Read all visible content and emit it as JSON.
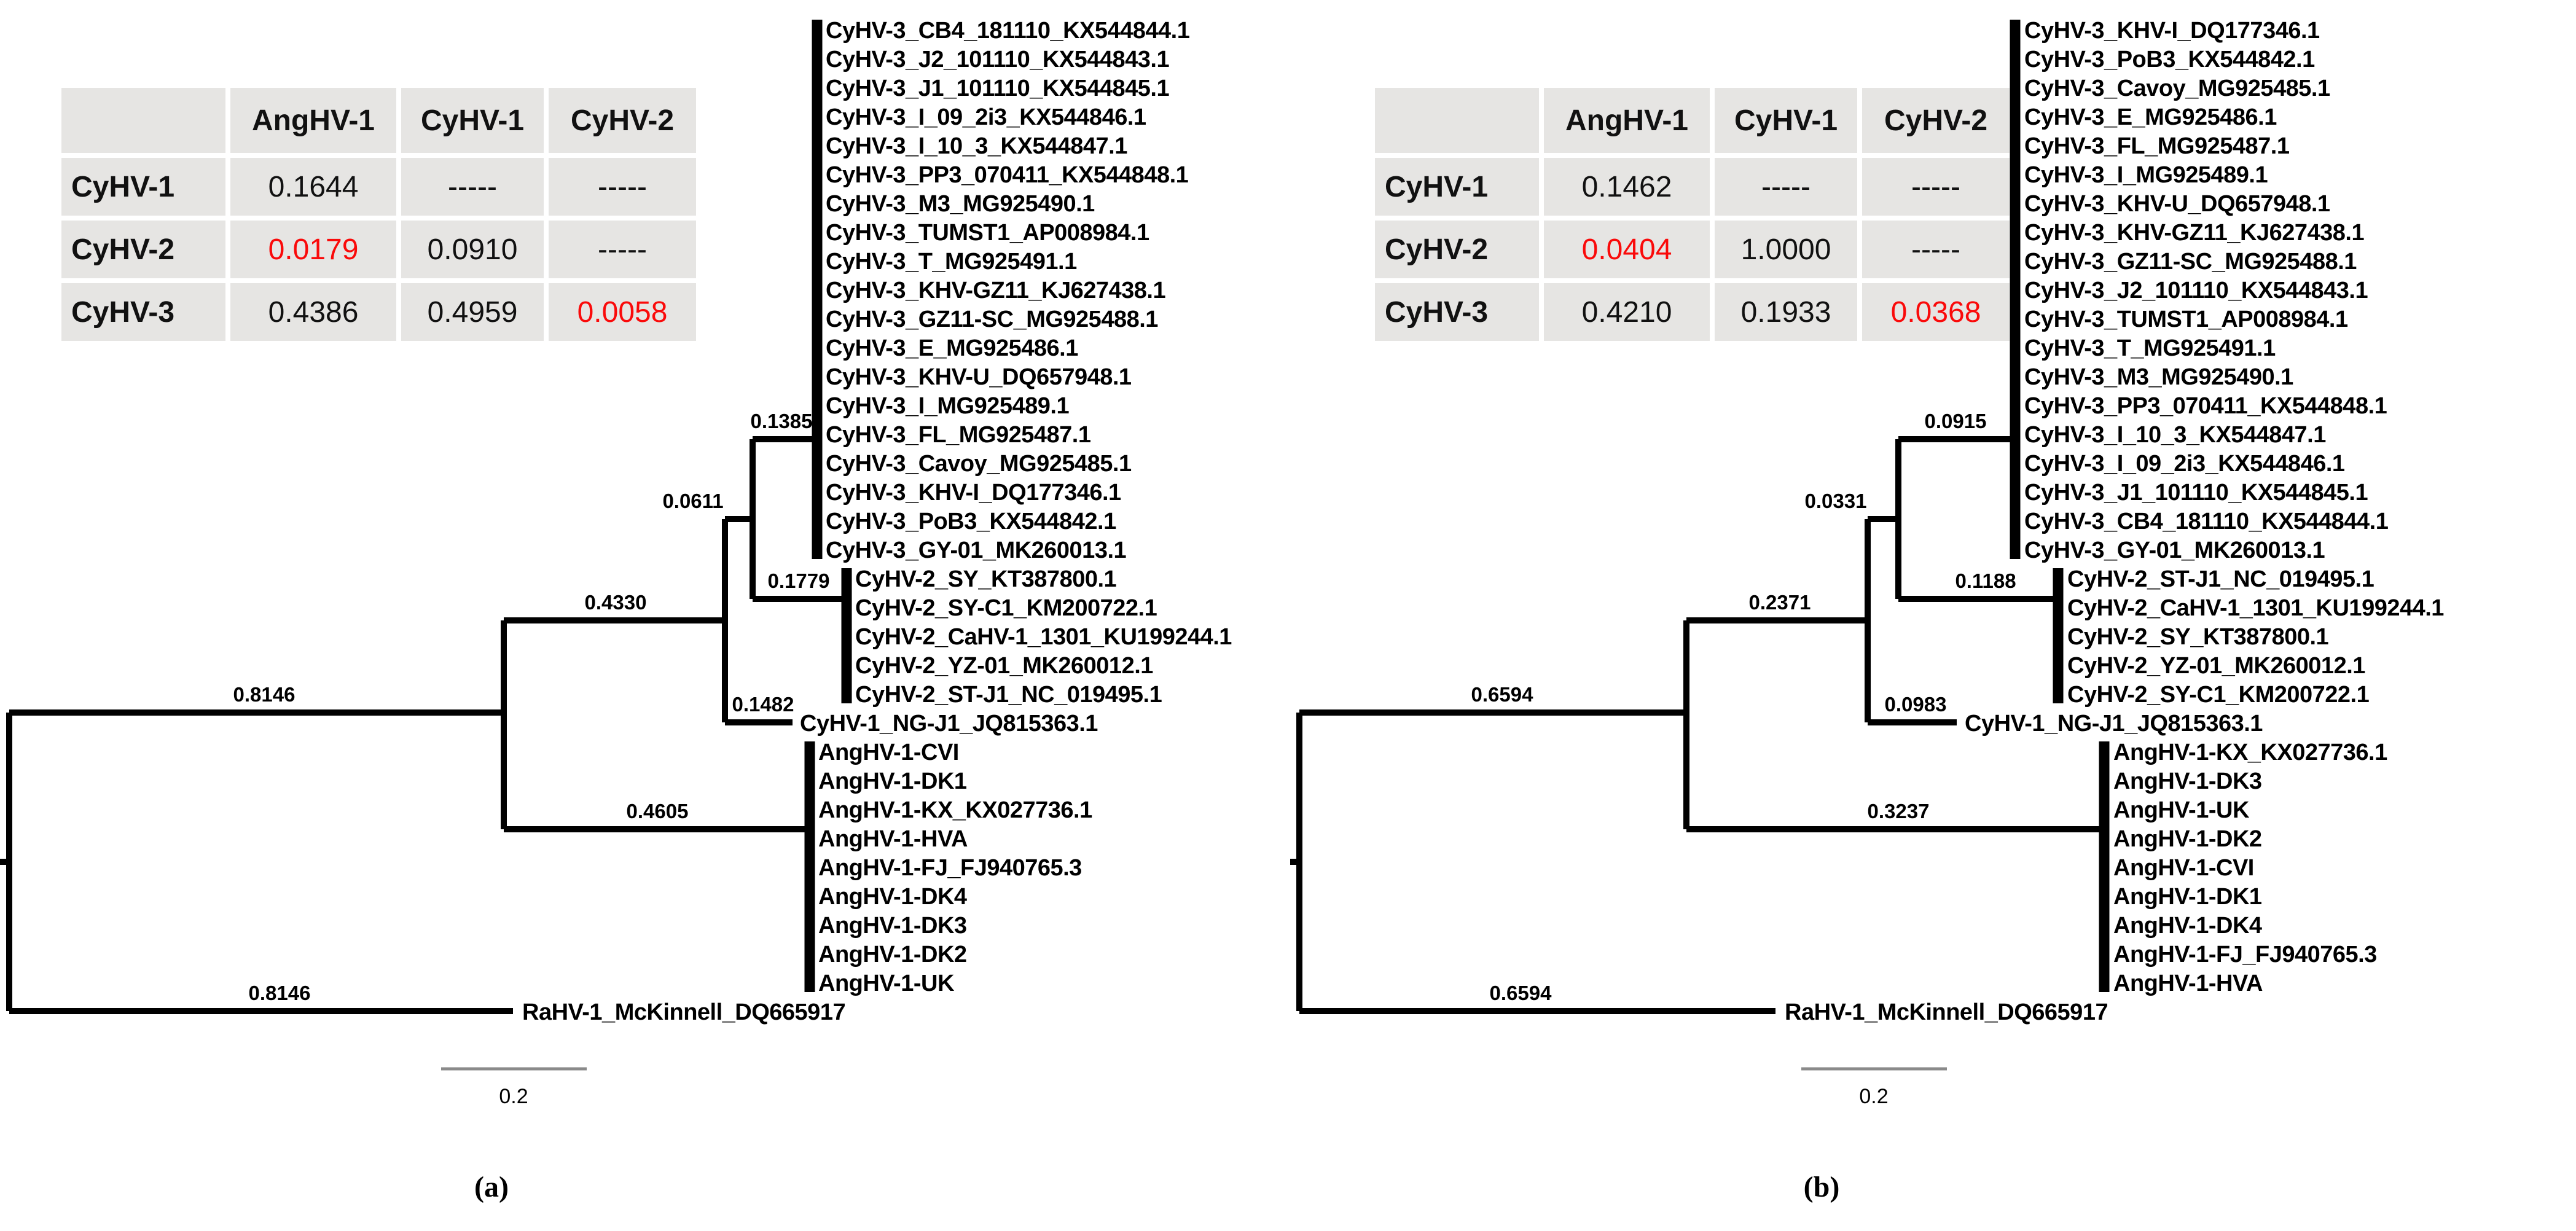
{
  "page": {
    "background": "#ffffff"
  },
  "colors": {
    "highlight_red": "#fa0a0a",
    "table_cell_bg": "#e6e5e3",
    "branch_black": "#000000",
    "scale_bar_gray": "#8a8a8a"
  },
  "panels": [
    {
      "caption": "(a)",
      "table": {
        "headers": [
          "",
          "AngHV-1",
          "CyHV-1",
          "CyHV-2"
        ],
        "rows": [
          {
            "label": "CyHV-1",
            "values": [
              "0.1644",
              "-----",
              "-----"
            ]
          },
          {
            "label": "CyHV-2",
            "values": [
              "0.0179",
              "0.0910",
              "-----"
            ]
          },
          {
            "label": "CyHV-3",
            "values": [
              "0.4386",
              "0.4959",
              "0.0058"
            ]
          }
        ],
        "red_cells": [
          [
            1,
            0
          ],
          [
            2,
            2
          ]
        ]
      },
      "tree": {
        "topology": "((((CyHV-3 clade, CyHV-2 clade), CyHV-1), AngHV-1 clade), RaHV-1 outgroup)",
        "branch_lengths": {
          "ingroup": "0.8146",
          "cyprinid_group": "0.4330",
          "cyhv3_cyhv2": "0.0611",
          "cyhv3_clade": "0.1385",
          "cyhv2_clade": "0.1779",
          "cyhv1": "0.1482",
          "anghv1_clade": "0.4605",
          "outgroup": "0.8146"
        },
        "leaf_groups": {
          "cyhv3": [
            "CyHV-3_CB4_181110_KX544844.1",
            "CyHV-3_J2_101110_KX544843.1",
            "CyHV-3_J1_101110_KX544845.1",
            "CyHV-3_I_09_2i3_KX544846.1",
            "CyHV-3_I_10_3_KX544847.1",
            "CyHV-3_PP3_070411_KX544848.1",
            "CyHV-3_M3_MG925490.1",
            "CyHV-3_TUMST1_AP008984.1",
            "CyHV-3_T_MG925491.1",
            "CyHV-3_KHV-GZ11_KJ627438.1",
            "CyHV-3_GZ11-SC_MG925488.1",
            "CyHV-3_E_MG925486.1",
            "CyHV-3_KHV-U_DQ657948.1",
            "CyHV-3_I_MG925489.1",
            "CyHV-3_FL_MG925487.1",
            "CyHV-3_Cavoy_MG925485.1",
            "CyHV-3_KHV-I_DQ177346.1",
            "CyHV-3_PoB3_KX544842.1",
            "CyHV-3_GY-01_MK260013.1"
          ],
          "cyhv2": [
            "CyHV-2_SY_KT387800.1",
            "CyHV-2_SY-C1_KM200722.1",
            "CyHV-2_CaHV-1_1301_KU199244.1",
            "CyHV-2_YZ-01_MK260012.1",
            "CyHV-2_ST-J1_NC_019495.1"
          ],
          "cyhv1": [
            "CyHV-1_NG-J1_JQ815363.1"
          ],
          "anghv1": [
            "AngHV-1-CVI",
            "AngHV-1-DK1",
            "AngHV-1-KX_KX027736.1",
            "AngHV-1-HVA",
            "AngHV-1-FJ_FJ940765.3",
            "AngHV-1-DK4",
            "AngHV-1-DK3",
            "AngHV-1-DK2",
            "AngHV-1-UK"
          ],
          "outgroup": [
            "RaHV-1_McKinnell_DQ665917"
          ]
        }
      },
      "scale_bar_label": "0.2"
    },
    {
      "caption": "(b)",
      "table": {
        "headers": [
          "",
          "AngHV-1",
          "CyHV-1",
          "CyHV-2"
        ],
        "rows": [
          {
            "label": "CyHV-1",
            "values": [
              "0.1462",
              "-----",
              "-----"
            ]
          },
          {
            "label": "CyHV-2",
            "values": [
              "0.0404",
              "1.0000",
              "-----"
            ]
          },
          {
            "label": "CyHV-3",
            "values": [
              "0.4210",
              "0.1933",
              "0.0368"
            ]
          }
        ],
        "red_cells": [
          [
            1,
            0
          ],
          [
            2,
            2
          ]
        ]
      },
      "tree": {
        "topology": "((((CyHV-3 clade, CyHV-2 clade), CyHV-1), AngHV-1 clade), RaHV-1 outgroup)",
        "branch_lengths": {
          "ingroup": "0.6594",
          "cyprinid_group": "0.2371",
          "cyhv3_cyhv2": "0.0331",
          "cyhv3_clade": "0.0915",
          "cyhv2_clade": "0.1188",
          "cyhv1": "0.0983",
          "anghv1_clade": "0.3237",
          "outgroup": "0.6594"
        },
        "leaf_groups": {
          "cyhv3": [
            "CyHV-3_KHV-I_DQ177346.1",
            "CyHV-3_PoB3_KX544842.1",
            "CyHV-3_Cavoy_MG925485.1",
            "CyHV-3_E_MG925486.1",
            "CyHV-3_FL_MG925487.1",
            "CyHV-3_I_MG925489.1",
            "CyHV-3_KHV-U_DQ657948.1",
            "CyHV-3_KHV-GZ11_KJ627438.1",
            "CyHV-3_GZ11-SC_MG925488.1",
            "CyHV-3_J2_101110_KX544843.1",
            "CyHV-3_TUMST1_AP008984.1",
            "CyHV-3_T_MG925491.1",
            "CyHV-3_M3_MG925490.1",
            "CyHV-3_PP3_070411_KX544848.1",
            "CyHV-3_I_10_3_KX544847.1",
            "CyHV-3_I_09_2i3_KX544846.1",
            "CyHV-3_J1_101110_KX544845.1",
            "CyHV-3_CB4_181110_KX544844.1",
            "CyHV-3_GY-01_MK260013.1"
          ],
          "cyhv2": [
            "CyHV-2_ST-J1_NC_019495.1",
            "CyHV-2_CaHV-1_1301_KU199244.1",
            "CyHV-2_SY_KT387800.1",
            "CyHV-2_YZ-01_MK260012.1",
            "CyHV-2_SY-C1_KM200722.1"
          ],
          "cyhv1": [
            "CyHV-1_NG-J1_JQ815363.1"
          ],
          "anghv1": [
            "AngHV-1-KX_KX027736.1",
            "AngHV-1-DK3",
            "AngHV-1-UK",
            "AngHV-1-DK2",
            "AngHV-1-CVI",
            "AngHV-1-DK1",
            "AngHV-1-DK4",
            "AngHV-1-FJ_FJ940765.3",
            "AngHV-1-HVA"
          ],
          "outgroup": [
            "RaHV-1_McKinnell_DQ665917"
          ]
        }
      },
      "scale_bar_label": "0.2"
    }
  ]
}
